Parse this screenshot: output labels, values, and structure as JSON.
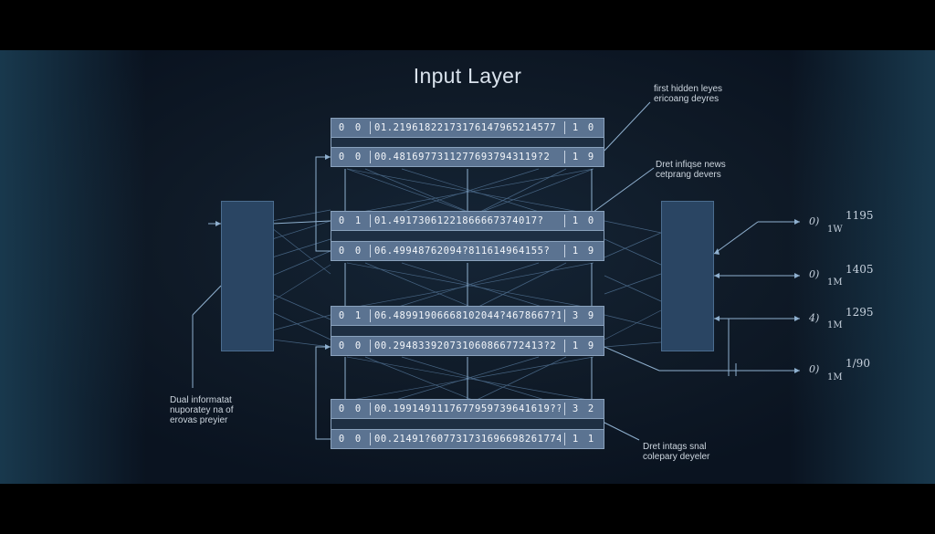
{
  "diagram": {
    "title": "Input Layer",
    "rows": [
      {
        "a": "0",
        "b": "0",
        "seq": "01.21961822173176147965214577",
        "c": "1",
        "d": "0"
      },
      {
        "a": "0",
        "b": "0",
        "seq": "00.48169773112776937943119?2",
        "c": "1",
        "d": "9"
      },
      {
        "a": "0",
        "b": "1",
        "seq": "01.49173061221866667374017?",
        "c": "1",
        "d": "0"
      },
      {
        "a": "0",
        "b": "0",
        "seq": "06.49948762094?811614964155?",
        "c": "1",
        "d": "9"
      },
      {
        "a": "0",
        "b": "1",
        "seq": "06.48991906668102044?4678667?1",
        "c": "3",
        "d": "9"
      },
      {
        "a": "0",
        "b": "0",
        "seq": "00.294833920731060866772413?2",
        "c": "1",
        "d": "9"
      },
      {
        "a": "0",
        "b": "0",
        "seq": "00.1991491117677959739641619??",
        "c": "3",
        "d": "2"
      },
      {
        "a": "0",
        "b": "0",
        "seq": "00.21491?607731731696698261774",
        "c": "1",
        "d": "1"
      }
    ],
    "labels": {
      "top_right": "first hidden leyes\nericoang deyres",
      "mid_right": "Dret infiqse news\ncetprang devers",
      "bottom_left": "Dual informatat\nnuporatey na of\nerovas preyier",
      "bottom_right": "Dret intags snal\ncolepary deyeler"
    },
    "outputs": [
      {
        "idx": "0)",
        "value": "1195",
        "sub": "1W"
      },
      {
        "idx": "0)",
        "value": "1405",
        "sub": "1M"
      },
      {
        "idx": "4)",
        "value": "1295",
        "sub": "1M"
      },
      {
        "idx": "0)",
        "value": "1/90",
        "sub": "1M"
      }
    ]
  }
}
